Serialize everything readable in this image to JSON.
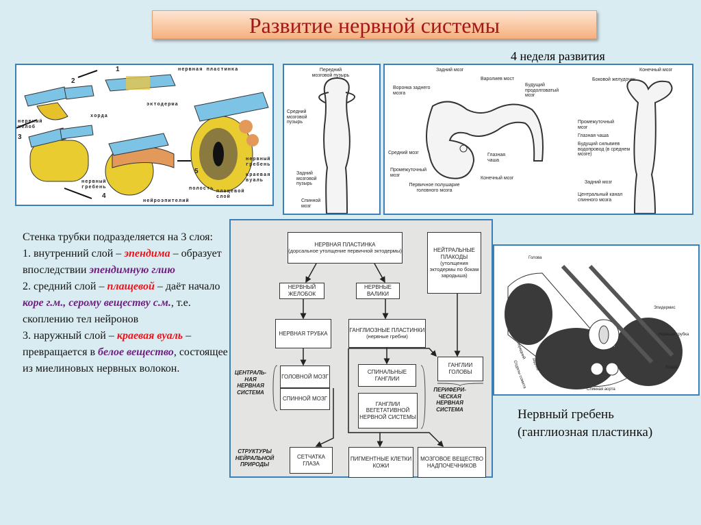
{
  "title": "Развитие нервной системы",
  "week_label": "4 неделя развития",
  "text": {
    "l1": "Стенка трубки подразделяется на 3 слоя:",
    "l2a": "1. внутренний слой – ",
    "l2b": "эпендима",
    "l2c": " – образует впоследствии ",
    "l2d": "эпендимную глию",
    "l3a": "2. средний слой – ",
    "l3b": "плащевой",
    "l3c": " – даёт начало ",
    "l3d": "коре г.м., серому веществу с.м.",
    "l3e": ", т.е. скоплению тел нейронов",
    "l4a": "3. наружный слой – ",
    "l4b": "краевая вуаль",
    "l4c": " – превращается в ",
    "l4d": "белое вещество",
    "l4e": ", состоящее из миелиновых нервных волокон."
  },
  "diagram1": {
    "n1": "1",
    "n2": "2",
    "n3": "3",
    "n4": "4",
    "n5": "5",
    "plate": "нервная пластинка",
    "ecto": "эктодерма",
    "chorda": "хорда",
    "groove": "нервный желоб",
    "crest": "нервный гребень",
    "crest2": "нервный гребень",
    "cavity": "полость",
    "neuro": "нейроэпителий",
    "veil": "краевая вуаль",
    "mantle": "плащевой слой"
  },
  "diagram2": {
    "a": "Передний мозговой пузырь",
    "b": "Средний мозговой пузырь",
    "c": "Задний мозговой пузырь",
    "d": "Спинной мозг"
  },
  "diagram3": {
    "a": "Задний мозг",
    "b": "Варолиев мост",
    "c": "Воронка заднего мозга",
    "d": "Будущий продолговатый мозг",
    "e": "Средний мозг",
    "f": "Промежуточный мозг",
    "g": "Глазная чаша",
    "h": "Конечный мозг",
    "i": "Первичное полушарие головного мозга",
    "r1": "Конечный мозг",
    "r2": "Боковой желудочек",
    "r3": "Промежуточный мозг",
    "r4": "Глазная чаша",
    "r5": "Будущий сильвиев водопровод (в среднем мозге)",
    "r6": "Задний мозг",
    "r7": "Центральный канал спинного мозга"
  },
  "diagram4": {
    "a": "Голова",
    "b": "Эпидермис",
    "c": "Нервная трубка",
    "d": "Хорда",
    "e": "Спинная аорта",
    "f": "передний",
    "g": "задний",
    "h": "Отделы сомита"
  },
  "flow": {
    "b1": "НЕРВНАЯ ПЛАСТИНКА",
    "b1s": "(дорсальное утолщение первичной эктодермы)",
    "b2": "НЕЙТРАЛЬНЫЕ ПЛАКОДЫ",
    "b2s": "(утолщения эктодермы по бокам зародыша)",
    "b3": "НЕРВНЫЙ ЖЕЛОБОК",
    "b4": "НЕРВНЫЕ ВАЛИКИ",
    "b5": "НЕРВНАЯ ТРУБКА",
    "b6": "ГАНГЛИОЗНЫЕ ПЛАСТИНКИ",
    "b6s": "(нервные гребни)",
    "b7": "ГАНГЛИИ ГОЛОВЫ",
    "b8": "ГОЛОВНОЙ МОЗГ",
    "b9": "СПИННОЙ МОЗГ",
    "b10": "СПИНАЛЬНЫЕ ГАНГЛИИ",
    "b11": "ГАНГЛИИ ВЕГЕТАТИВНОЙ НЕРВНОЙ СИСТЕМЫ",
    "b12": "СЕТЧАТКА ГЛАЗА",
    "b13": "ПИГМЕНТНЫЕ КЛЕТКИ КОЖИ",
    "b14": "МОЗГОВОЕ ВЕЩЕСТВО НАДПОЧЕЧНИКОВ",
    "s1": "ЦЕНТРАЛЬ-НАЯ НЕРВНАЯ СИСТЕМА",
    "s2": "ПЕРИФЕРИ-ЧЕСКАЯ НЕРВНАЯ СИСТЕМА",
    "s3": "СТРУКТУРЫ НЕЙРАЛЬНОЙ ПРИРОДЫ"
  },
  "caption": {
    "l1": "Нервный гребень",
    "l2": "(ганглиозная пластинка)"
  }
}
